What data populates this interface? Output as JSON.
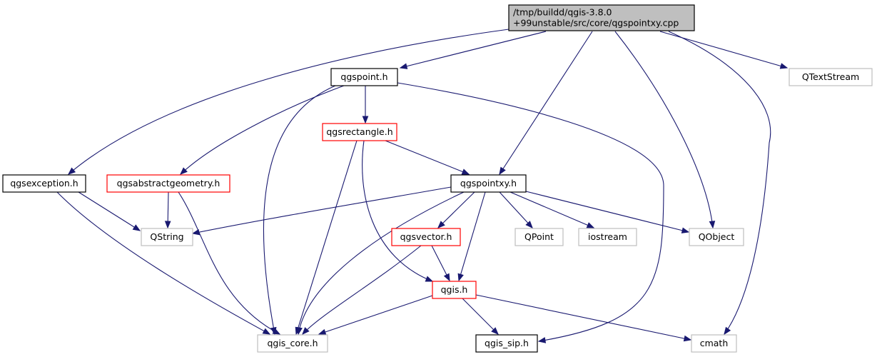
{
  "nodes": {
    "root": {
      "lines": [
        "/tmp/buildd/qgis-3.8.0",
        "+99unstable/src/core/qgspointxy.cpp"
      ],
      "style": "root"
    },
    "qgspoint": {
      "lines": [
        "qgspoint.h"
      ],
      "style": "black"
    },
    "qtextstream": {
      "lines": [
        "QTextStream"
      ],
      "style": "gray"
    },
    "qgsrectangle": {
      "lines": [
        "qgsrectangle.h"
      ],
      "style": "red"
    },
    "qgsexception": {
      "lines": [
        "qgsexception.h"
      ],
      "style": "black"
    },
    "qgsabstractgeometry": {
      "lines": [
        "qgsabstractgeometry.h"
      ],
      "style": "red"
    },
    "qgspointxy": {
      "lines": [
        "qgspointxy.h"
      ],
      "style": "black"
    },
    "qstring": {
      "lines": [
        "QString"
      ],
      "style": "gray"
    },
    "qgsvector": {
      "lines": [
        "qgsvector.h"
      ],
      "style": "red"
    },
    "qpoint": {
      "lines": [
        "QPoint"
      ],
      "style": "gray"
    },
    "iostream": {
      "lines": [
        "iostream"
      ],
      "style": "gray"
    },
    "qobject": {
      "lines": [
        "QObject"
      ],
      "style": "gray"
    },
    "qgis": {
      "lines": [
        "qgis.h"
      ],
      "style": "red"
    },
    "qgis_core": {
      "lines": [
        "qgis_core.h"
      ],
      "style": "gray"
    },
    "qgis_sip": {
      "lines": [
        "qgis_sip.h"
      ],
      "style": "black"
    },
    "cmath": {
      "lines": [
        "cmath"
      ],
      "style": "gray"
    }
  },
  "edges": [
    {
      "from": "root",
      "to": "qgspoint"
    },
    {
      "from": "root",
      "to": "qtextstream"
    },
    {
      "from": "root",
      "to": "qgsexception"
    },
    {
      "from": "root",
      "to": "qgspointxy"
    },
    {
      "from": "root",
      "to": "qobject"
    },
    {
      "from": "root",
      "to": "cmath"
    },
    {
      "from": "qgspoint",
      "to": "qgsrectangle"
    },
    {
      "from": "qgspoint",
      "to": "qgsabstractgeometry"
    },
    {
      "from": "qgspoint",
      "to": "qgis_core"
    },
    {
      "from": "qgspoint",
      "to": "qgis_sip"
    },
    {
      "from": "qgsrectangle",
      "to": "qgspointxy"
    },
    {
      "from": "qgsrectangle",
      "to": "qgis_core"
    },
    {
      "from": "qgsrectangle",
      "to": "qgis"
    },
    {
      "from": "qgsexception",
      "to": "qstring"
    },
    {
      "from": "qgsexception",
      "to": "qgis_core"
    },
    {
      "from": "qgsabstractgeometry",
      "to": "qstring"
    },
    {
      "from": "qgsabstractgeometry",
      "to": "qgis_core"
    },
    {
      "from": "qgspointxy",
      "to": "qstring"
    },
    {
      "from": "qgspointxy",
      "to": "qgsvector"
    },
    {
      "from": "qgspointxy",
      "to": "qpoint"
    },
    {
      "from": "qgspointxy",
      "to": "iostream"
    },
    {
      "from": "qgspointxy",
      "to": "qobject"
    },
    {
      "from": "qgspointxy",
      "to": "qgis"
    },
    {
      "from": "qgspointxy",
      "to": "qgis_core"
    },
    {
      "from": "qgsvector",
      "to": "qgis"
    },
    {
      "from": "qgsvector",
      "to": "qgis_core"
    },
    {
      "from": "qgis",
      "to": "qgis_core"
    },
    {
      "from": "qgis",
      "to": "qgis_sip"
    },
    {
      "from": "qgis",
      "to": "cmath"
    }
  ],
  "colors": {
    "edge": "#191970",
    "root_fill": "#bfbfbf",
    "red_border": "#ff0000",
    "gray_border": "#bfbfbf",
    "black_border": "#000000"
  }
}
